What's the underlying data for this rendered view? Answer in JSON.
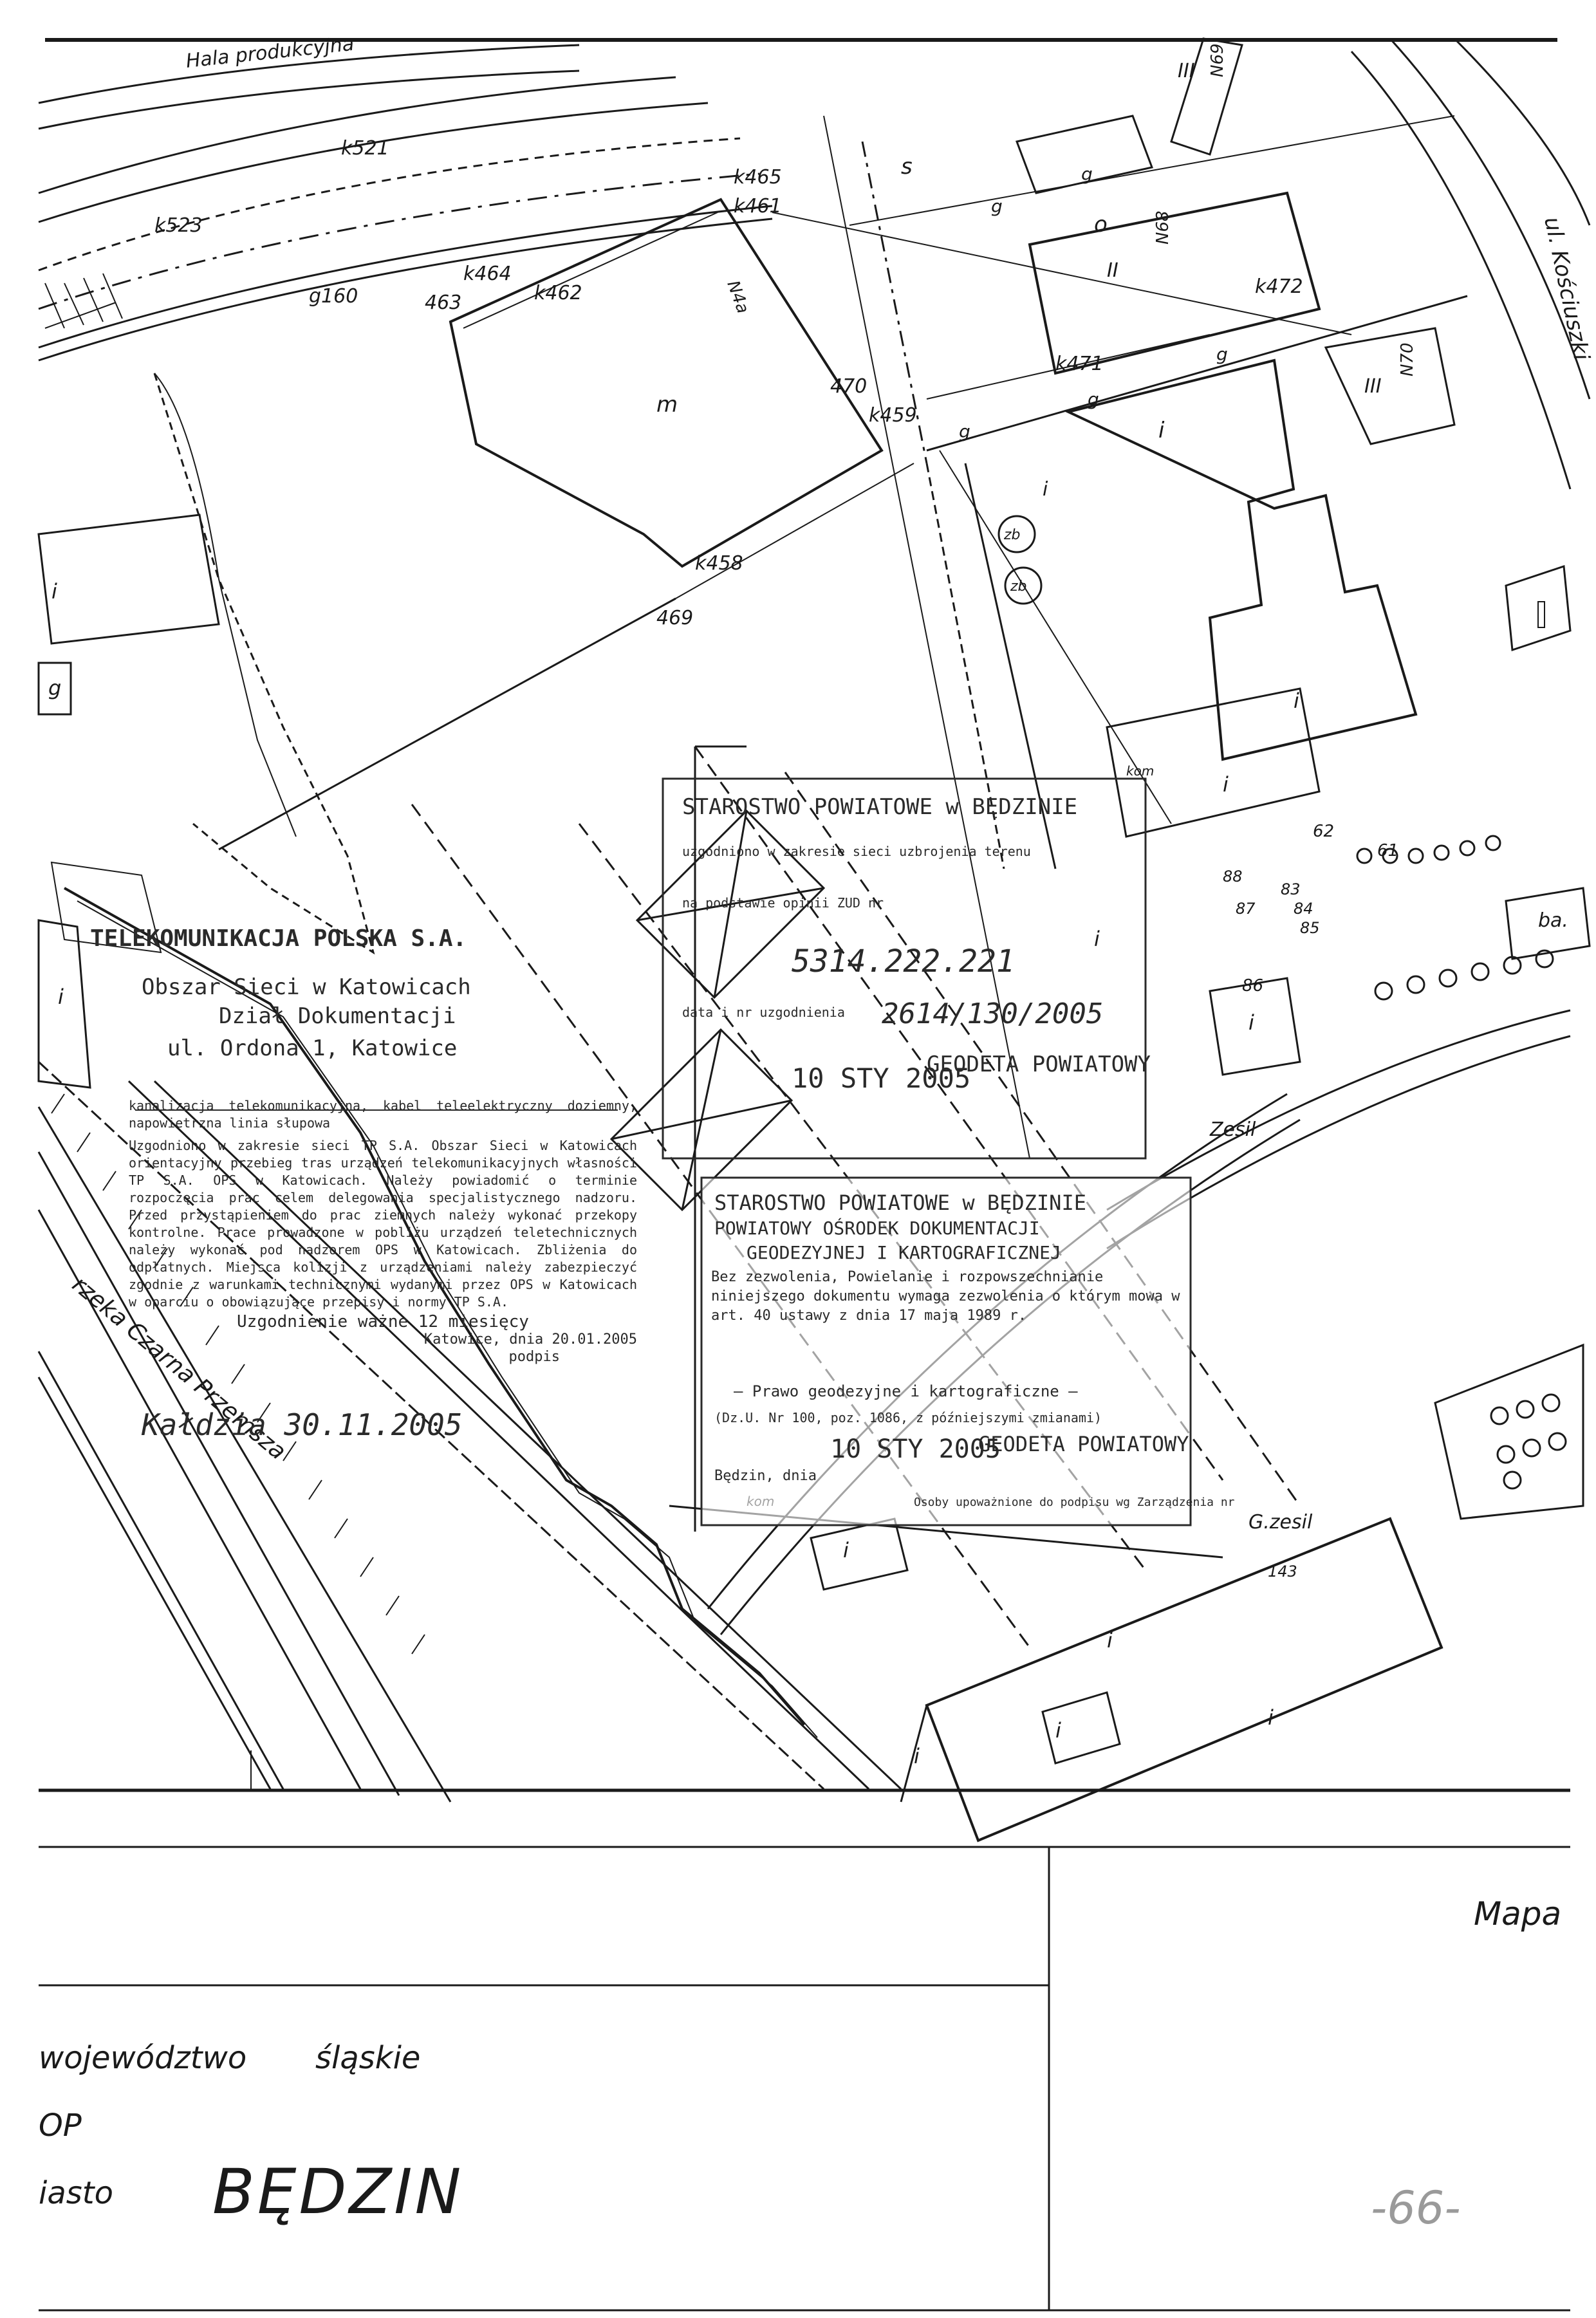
{
  "map": {
    "labels": {
      "hala": "Hala produkcyjna",
      "kosciuszki": "ul. Kościuszki",
      "rzeka": "rzeka Czarna Przemsza",
      "zb": "zb",
      "kom": "kom",
      "ba": "ba.",
      "zesil": "Zesil",
      "gzesil": "G.zesil",
      "num_469": "469",
      "num_458": "k458",
      "num_465": "k465",
      "num_461": "k461",
      "num_464": "k464",
      "num_463": "463",
      "num_462": "k462",
      "num_472": "k472",
      "num_471": "k471",
      "num_470": "470",
      "num_459": "k459",
      "num_160": "g160",
      "num_523": "k523",
      "num_521": "k521",
      "num_86": "86",
      "num_83": "83",
      "num_84": "84",
      "num_85": "85",
      "num_87": "87",
      "num_88": "88",
      "num_62": "62",
      "num_61": "61",
      "num_143": "143"
    },
    "building_letters": [
      "m",
      "i",
      "g",
      "s",
      "o",
      "II",
      "III"
    ],
    "building_codes": [
      "N4a",
      "N68",
      "N70",
      "N69"
    ]
  },
  "stamp_starostwo_top": {
    "line1": "STAROSTWO POWIATOWE w BĘDZINIE",
    "line2": "uzgodniono w zakresie sieci uzbrojenia terenu",
    "line3": "na podstawie opinii ZUD nr",
    "number": "5314.222.221",
    "line4": "data i nr uzgodnienia",
    "handwritten": "2614/130/2005",
    "date": "10 STY 2005",
    "geodeta": "GEODETA POWIATOWY"
  },
  "stamp_telekomunikacja": {
    "title": "TELEKOMUNIKACJA POLSKA S.A.",
    "line1": "Obszar Sieci w Katowicach",
    "line2": "Dział Dokumentacji",
    "line3": "ul. Ordona 1, Katowice",
    "legend": "kanalizacja telekomunikacyjna, kabel teleelektryczny doziemny, napowietrzna linia słupowa",
    "body": "Uzgodniono w zakresie sieci TP S.A. Obszar Sieci w Katowicach orientacyjny przebieg tras urządzeń telekomunikacyjnych własności TP S.A. OPS w Katowicach. Należy powiadomić o terminie rozpoczęcia prac celem delegowania specjalistycznego nadzoru. Przed przystąpieniem do prac ziemnych należy wykonać przekopy kontrolne. Prace prowadzone w pobliżu urządzeń teletechnicznych należy wykonać pod nadzorem OPS w Katowicach. Zbliżenia do odpłatnych. Miejsca kolizji z urządzeniami należy zabezpieczyć zgodnie z warunkami technicznymi wydanymi przez OPS w Katowicach w oparciu o obowiązujące przepisy i normy TP S.A.",
    "validity": "Uzgodnienie ważne 12 miesięcy",
    "signed": "Katowice, dnia 20.01.2005",
    "handwritten": "Kałdzia 30.11.2005",
    "podpis": "podpis"
  },
  "stamp_starostwo_bottom": {
    "line1": "STAROSTWO POWIATOWE w BĘDZINIE",
    "line2": "POWIATOWY OŚRODEK DOKUMENTACJI",
    "line3": "GEODEZYJNEJ I KARTOGRAFICZNEJ",
    "line4": "Bez zezwolenia, Powielanie i rozpowszechnianie niniejszego dokumentu wymaga zezwolenia o którym mowa w art. 40 ustawy z dnia 17 maja 1989 r.",
    "line5": "— Prawo geodezyjne i kartograficzne —",
    "line6": "(Dz.U. Nr 100, poz. 1086, z późniejszymi zmianami)",
    "date": "10 STY 2005",
    "geodeta": "GEODETA POWIATOWY",
    "place": "Będzin, dnia",
    "footer": "Osoby upoważnione do podpisu wg Zarządzenia nr"
  },
  "title_block": {
    "wojewodztwo_label": "województwo",
    "wojewodztwo_value": "śląskie",
    "kop_label": "OP",
    "miasto_label": "iasto",
    "miasto_value": "BĘDZIN",
    "mapa_label": "Mapa",
    "sheet_number": "-66-"
  }
}
